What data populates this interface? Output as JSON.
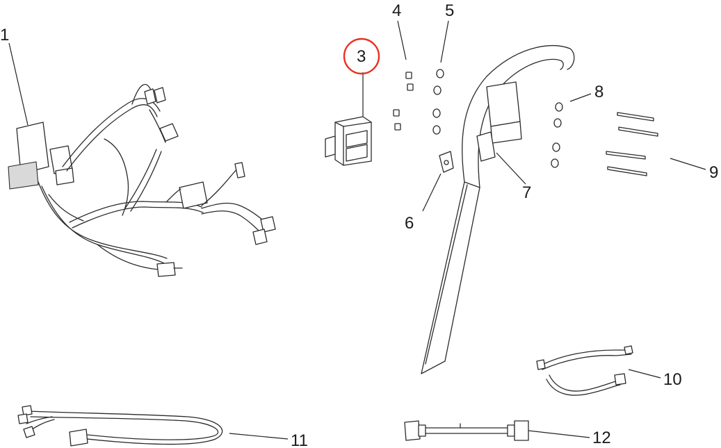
{
  "callouts": {
    "c1": "1",
    "c3": "3",
    "c4": "4",
    "c5": "5",
    "c6": "6",
    "c7": "7",
    "c8": "8",
    "c9": "9",
    "c10": "10",
    "c11": "11",
    "c12": "12"
  },
  "highlight": {
    "callout": "3",
    "color": "#e8301e"
  }
}
